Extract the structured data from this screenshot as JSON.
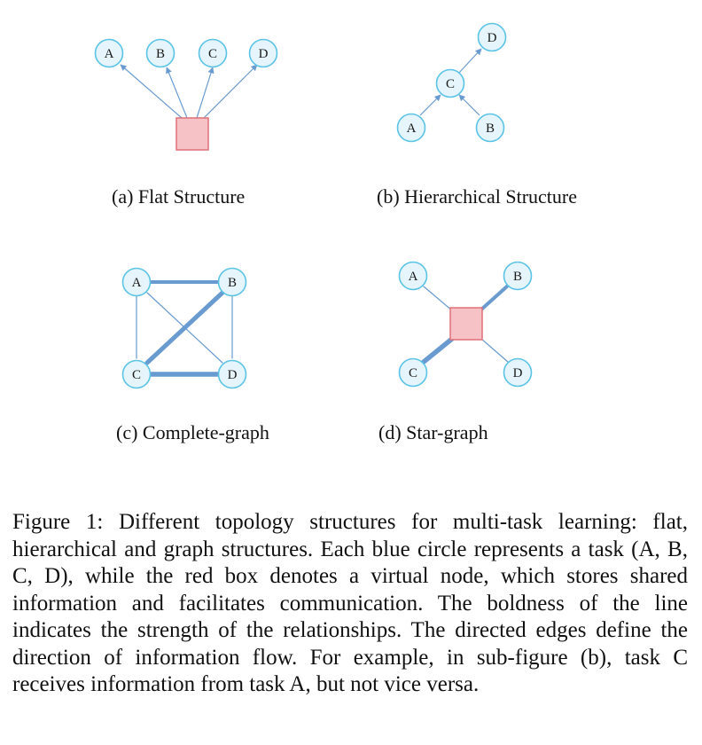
{
  "subfigures": {
    "a": {
      "caption": "(a) Flat Structure",
      "nodes": [
        "A",
        "B",
        "C",
        "D"
      ]
    },
    "b": {
      "caption": "(b) Hierarchical Structure",
      "nodes": [
        "A",
        "B",
        "C",
        "D"
      ]
    },
    "c": {
      "caption": "(c) Complete-graph",
      "nodes": [
        "A",
        "B",
        "C",
        "D"
      ]
    },
    "d": {
      "caption": "(d) Star-graph",
      "nodes": [
        "A",
        "B",
        "C",
        "D"
      ]
    }
  },
  "figure_caption": "Figure 1:  Different topology structures for multi-task learning: flat, hierarchical and graph structures. Each blue circle represents a task (A, B, C, D), while the red box denotes a virtual node, which stores shared information and facilitates communication. The boldness of the line indicates the strength of the relationships. The directed edges define the direction of information flow. For example, in sub-figure (b), task C receives information from task A, but not vice versa.",
  "colors": {
    "node_fill": "#e6f5fb",
    "node_stroke": "#5bc4e6",
    "edge": "#6a9bd0",
    "virtual_fill": "#f6c2c6",
    "virtual_stroke": "#e0707a"
  }
}
